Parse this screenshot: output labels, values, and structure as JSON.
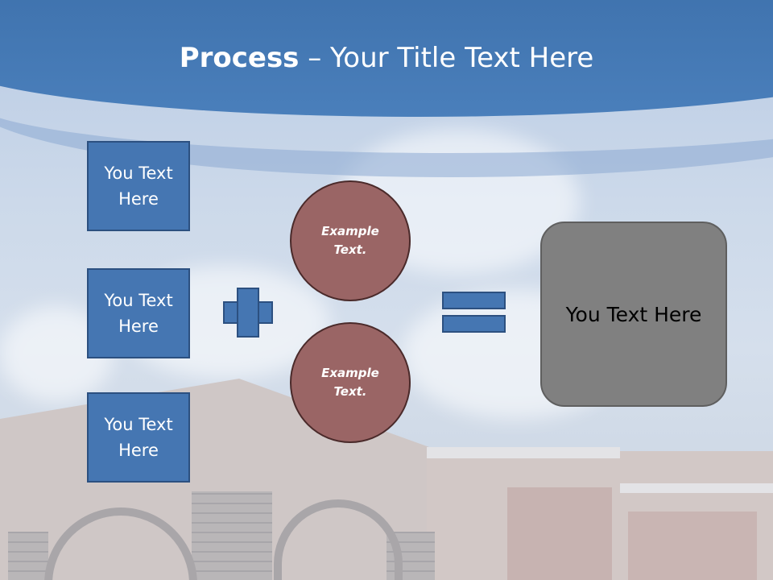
{
  "title": {
    "bold": "Process",
    "rest": " – Your Title Text Here"
  },
  "left_boxes": [
    {
      "line1": "You Text",
      "line2": "Here"
    },
    {
      "line1": "You Text",
      "line2": "Here"
    },
    {
      "line1": "You Text",
      "line2": "Here"
    }
  ],
  "circles": [
    {
      "line1": "Example",
      "line2": "Text."
    },
    {
      "line1": "Example",
      "line2": "Text."
    }
  ],
  "result": {
    "label": "You Text Here"
  },
  "colors": {
    "header": "#3b6ea9",
    "box": "#4576b2",
    "circle": "#9a6565",
    "result": "#808080"
  },
  "icons": {
    "operator1": "plus-icon",
    "operator2": "equals-icon"
  }
}
